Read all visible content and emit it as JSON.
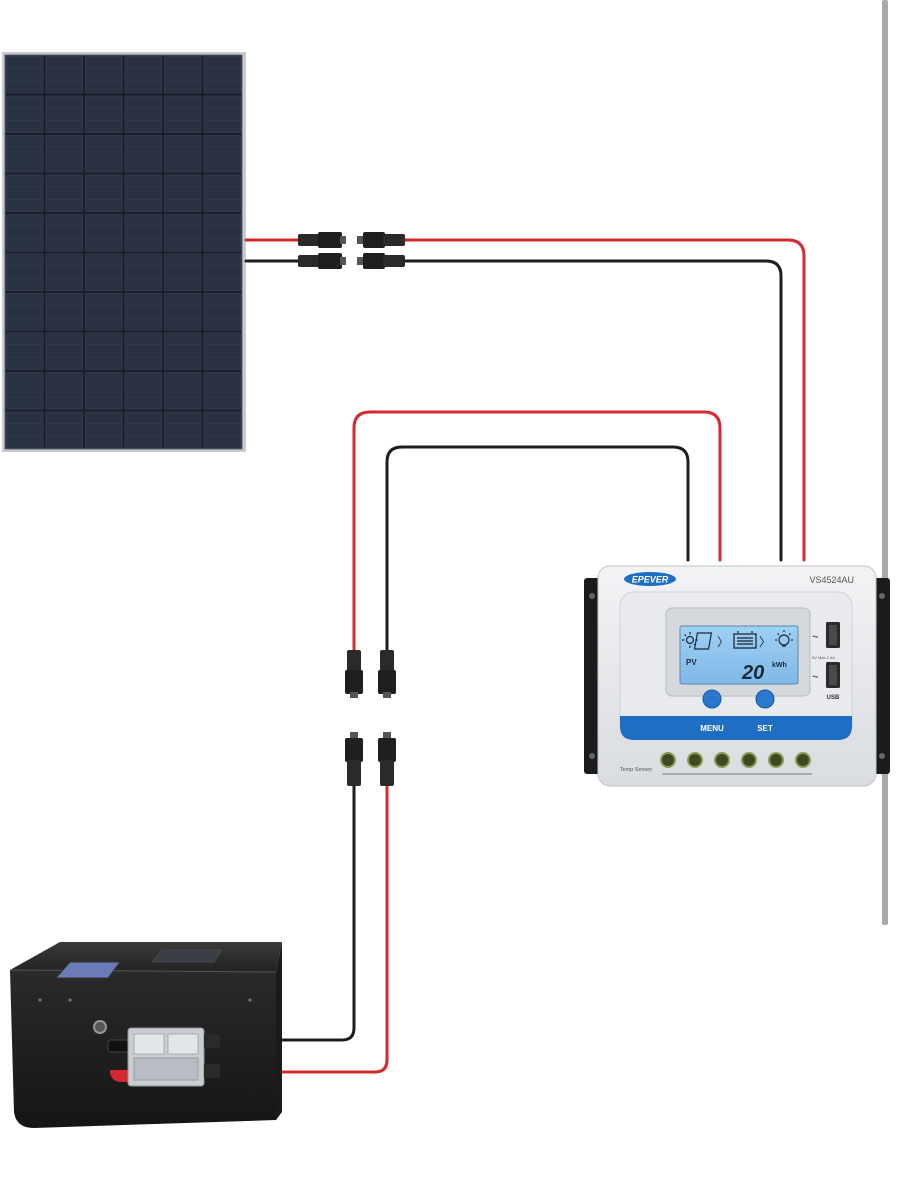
{
  "controller": {
    "brand": "EPEVER",
    "model": "VS4524AU",
    "lcd": {
      "pv_label": "PV",
      "value": "20",
      "unit": "kWh"
    },
    "buttons": {
      "menu_label": "MENU",
      "set_label": "SET"
    },
    "usb": {
      "label": "USB",
      "rating": "5V Max 2.4A"
    },
    "terminals": {
      "temp_sensor_label": "Temp Sensor"
    }
  },
  "colors": {
    "positive_wire": "#d42a2f",
    "negative_wire": "#1d1d1d",
    "controller_blue": "#1e6fc4",
    "lcd_blue": "#8ec4ee"
  },
  "icons": [
    "solar-panel",
    "charge-controller",
    "battery",
    "mc4-connector",
    "usb-icon",
    "sun-icon",
    "battery-icon",
    "bulb-icon"
  ]
}
